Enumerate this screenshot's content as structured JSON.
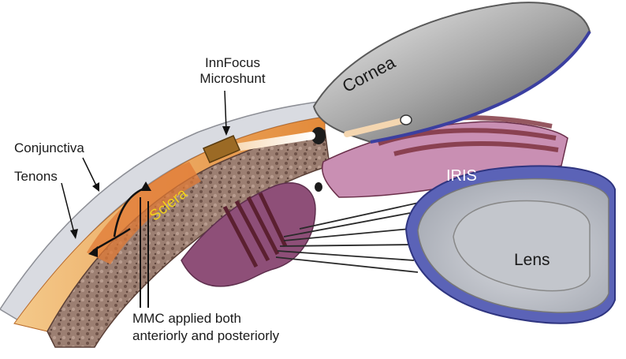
{
  "labels": {
    "innfocus_line1": "InnFocus",
    "innfocus_line2": "Microshunt",
    "conjunctiva": "Conjunctiva",
    "tenons": "Tenons",
    "cornea": "Cornea",
    "iris": "IRIS",
    "sclera": "Sclera",
    "lens": "Lens",
    "mmc_line1": "MMC applied both",
    "mmc_line2": "anteriorly and posteriorly"
  },
  "colors": {
    "sclera_brown": "#8a6a5c",
    "iris_pink": "#c98fb3",
    "iris_dark": "#7a3b55",
    "lens_blue": "#5b63b7",
    "lens_grey": "#cfd2d6",
    "cornea_grey": "#9a9a9a",
    "tenons_orange": "#e9a35a",
    "conjunctiva_grey": "#d7d9de",
    "sclera_label_yellow": "#f1d21c"
  }
}
